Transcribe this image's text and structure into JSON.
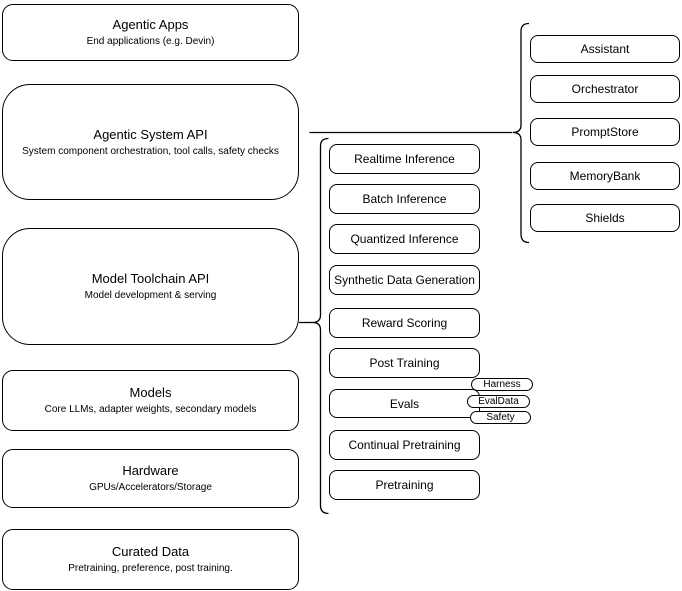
{
  "diagram": {
    "stack": [
      {
        "title": "Agentic Apps",
        "subtitle": "End applications (e.g. Devin)"
      },
      {
        "title": "Agentic System API",
        "subtitle": "System component orchestration, tool calls, safety checks"
      },
      {
        "title": "Model Toolchain API",
        "subtitle": "Model development & serving"
      },
      {
        "title": "Models",
        "subtitle": "Core LLMs, adapter weights, secondary models"
      },
      {
        "title": "Hardware",
        "subtitle": "GPUs/Accelerators/Storage"
      },
      {
        "title": "Curated Data",
        "subtitle": "Pretraining, preference, post training."
      }
    ],
    "toolchain_items": [
      "Realtime Inference",
      "Batch Inference",
      "Quantized Inference",
      "Synthetic Data Generation",
      "Reward Scoring",
      "Post Training",
      "Evals",
      "Continual Pretraining",
      "Pretraining"
    ],
    "evals_tags": [
      "Harness",
      "EvalData",
      "Safety"
    ],
    "system_components": [
      "Assistant",
      "Orchestrator",
      "PromptStore",
      "MemoryBank",
      "Shields"
    ],
    "colors": {
      "border": "#000000",
      "fill": "#ffffff",
      "text": "#000000"
    }
  }
}
